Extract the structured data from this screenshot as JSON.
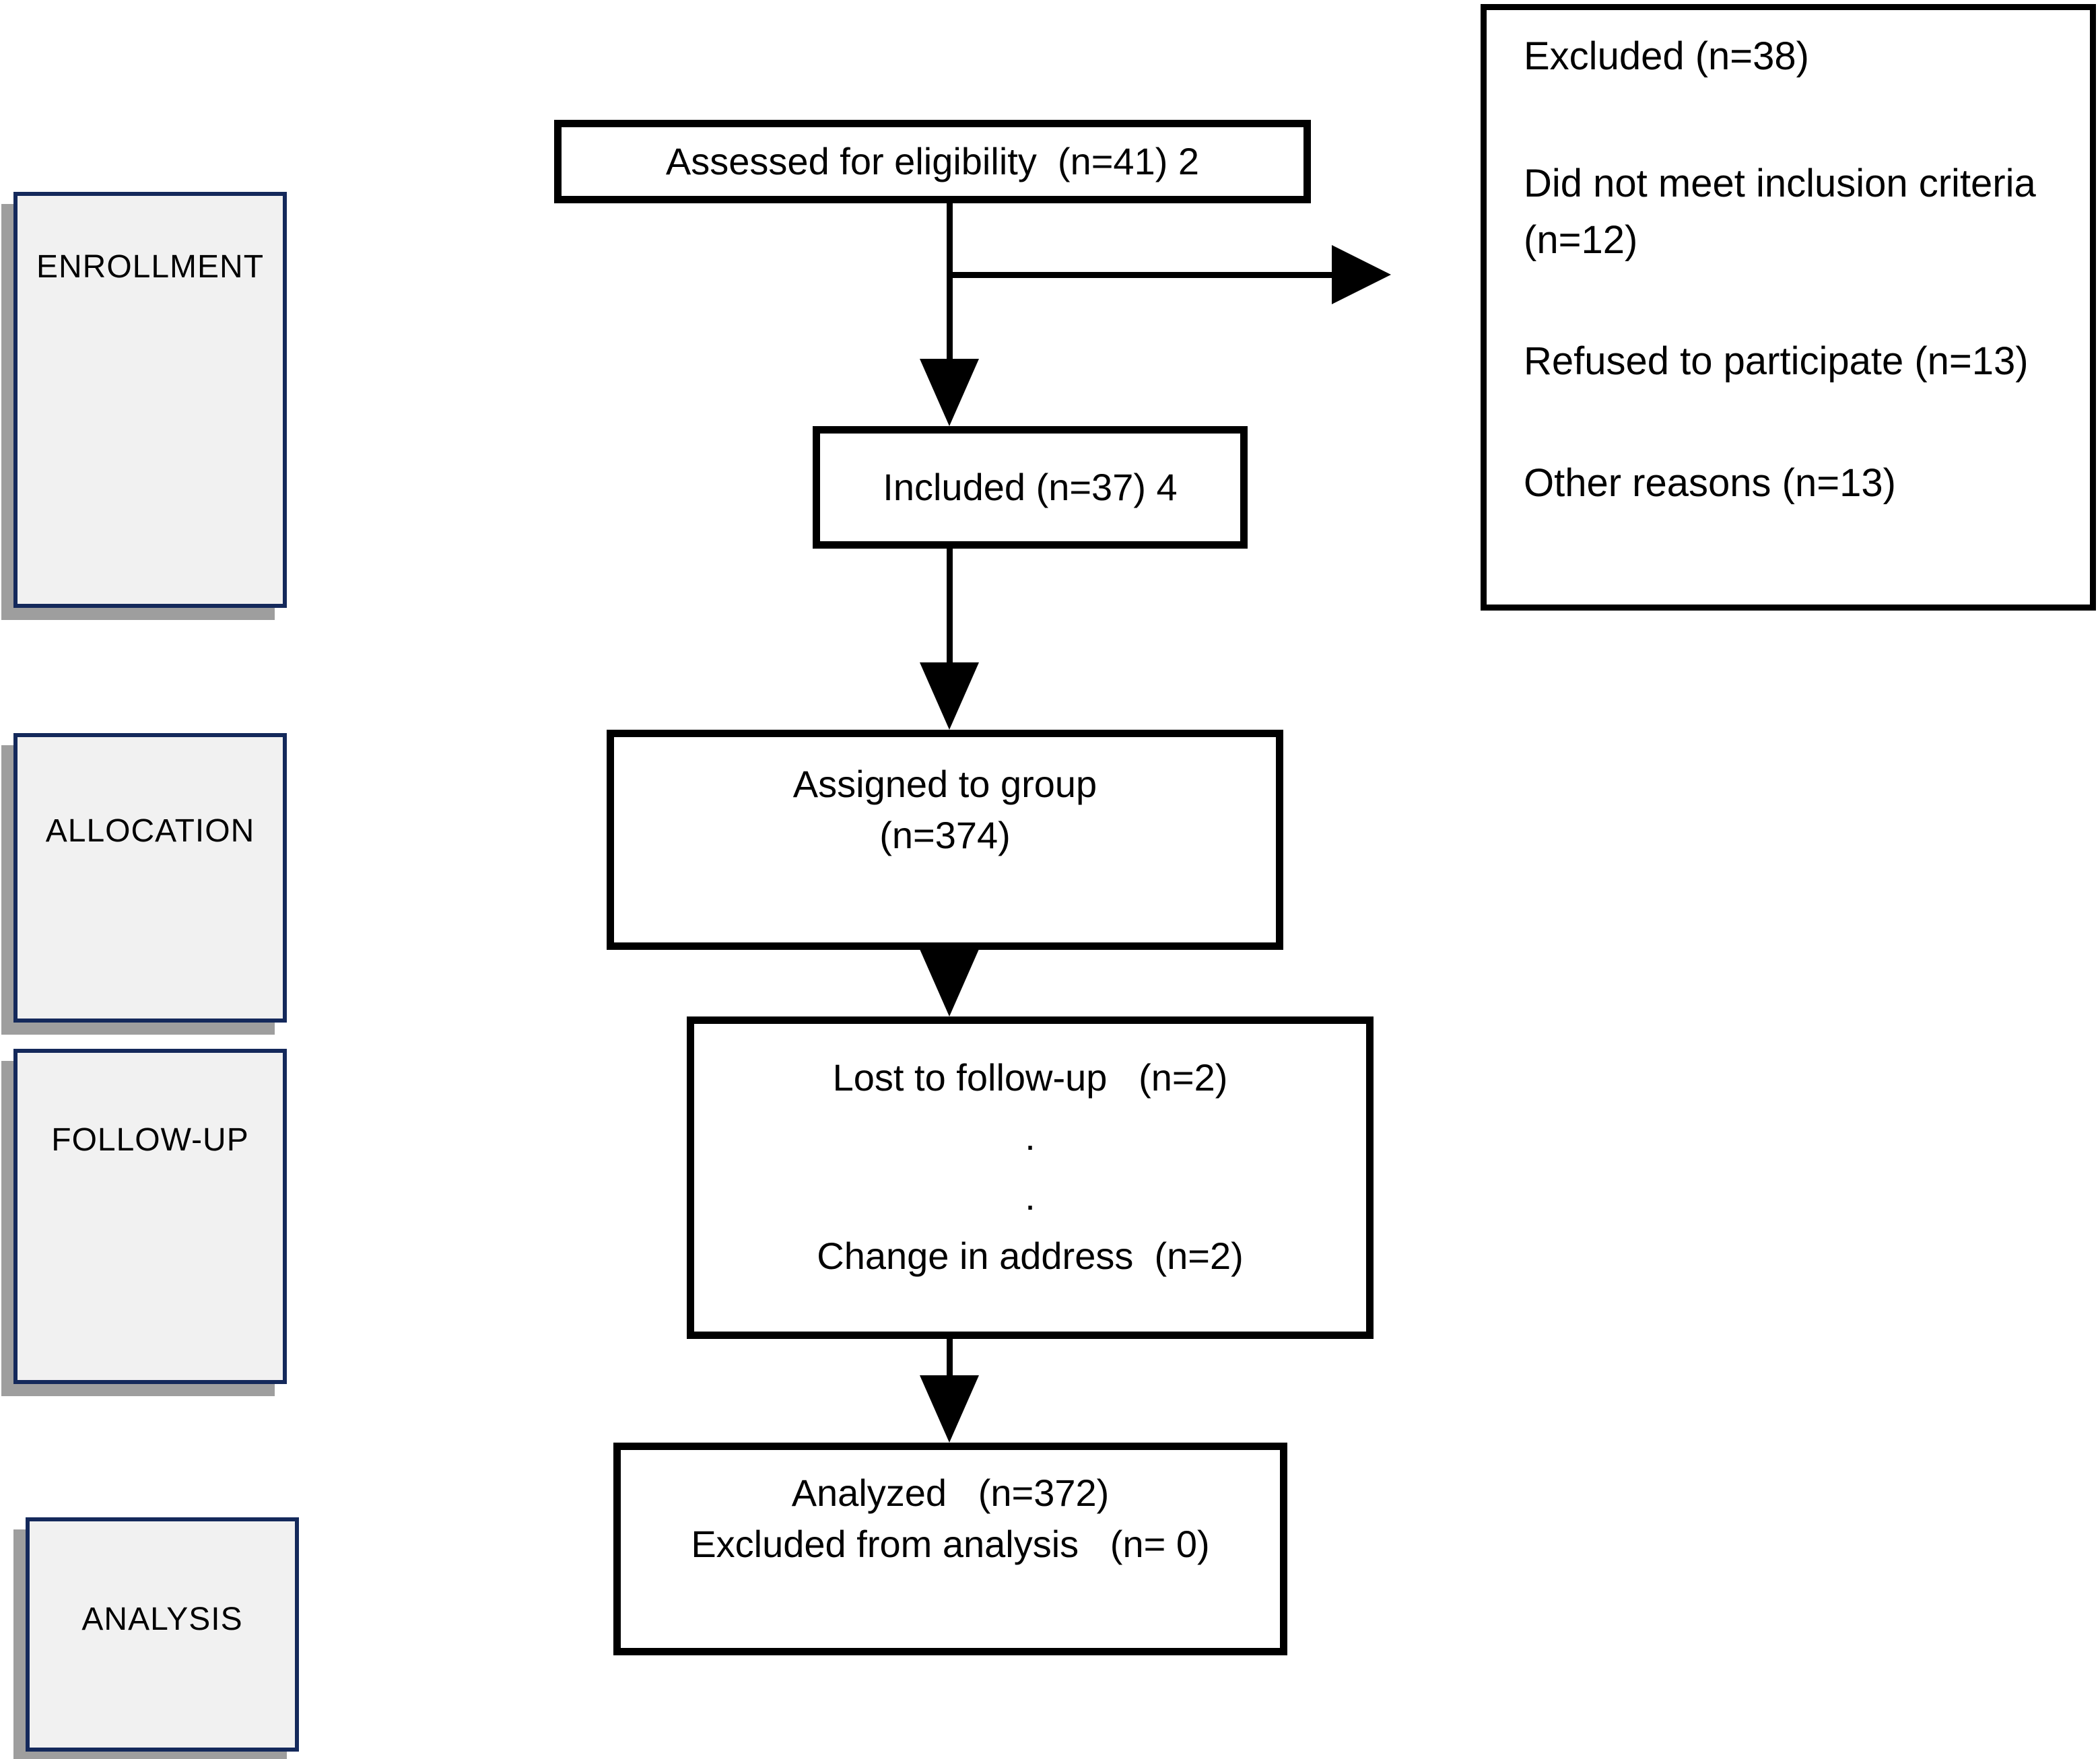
{
  "diagram_type": "consort-flow",
  "colors": {
    "background": "#ffffff",
    "flow_box_border": "#000000",
    "stage_fill": "#f1f1f1",
    "stage_border": "#14295b",
    "stage_shadow": "#9e9e9e",
    "text": "#000000"
  },
  "stages": [
    {
      "label": "ENROLLMENT"
    },
    {
      "label": "ALLOCATION"
    },
    {
      "label": "FOLLOW-UP"
    },
    {
      "label": "ANALYSIS"
    }
  ],
  "flow": {
    "assessed": {
      "text": "Assessed for eligibility  (n=41) 2"
    },
    "included": {
      "text": "Included (n=37) 4"
    },
    "assigned": {
      "line1": "Assigned to group",
      "line2": "(n=374)"
    },
    "followup": {
      "line1": "Lost to follow-up   (n=2)",
      "dot1": ".",
      "dot2": ".",
      "line2": "Change in address  (n=2)"
    },
    "analyzed": {
      "line1": "Analyzed   (n=372)",
      "line2": "Excluded from analysis   (n= 0)"
    }
  },
  "excluded": {
    "title": "Excluded (n=38)",
    "reasons": [
      "Did not meet inclusion criteria\n(n=12)",
      "Refused to participate (n=13)",
      "Other reasons (n=13)"
    ]
  }
}
